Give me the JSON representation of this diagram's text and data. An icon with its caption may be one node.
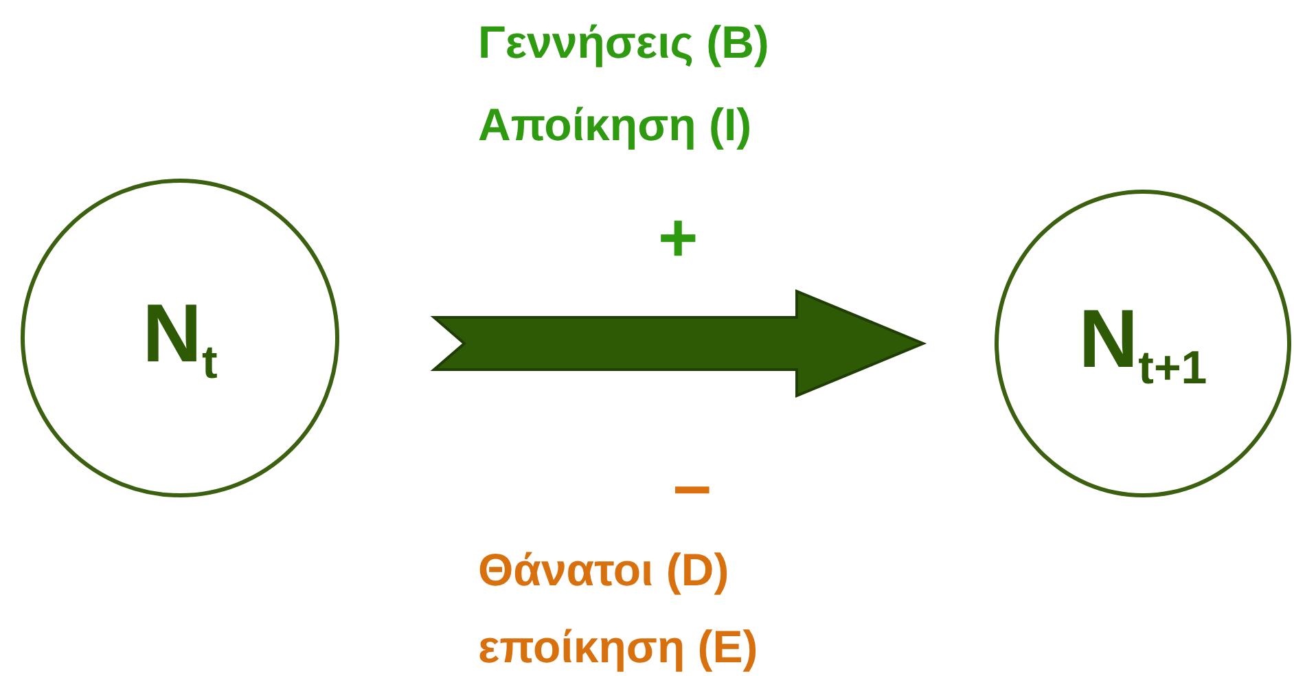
{
  "diagram": {
    "nodes": [
      {
        "text": [
          "N$_{t}$"
        ]
      },
      {
        "text": [
          "N$_{t+1}$"
        ]
      }
    ],
    "edges": [
      {
        "from": 0,
        "to": 1,
        "arrow": "to",
        "style": "thick"
      }
    ],
    "labels": [
      "Γεννήσεις (B)",
      "Αποίκηση (I)",
      "+",
      "–",
      "Θάνατοι (D)",
      "εποίκηση (E)"
    ]
  }
}
